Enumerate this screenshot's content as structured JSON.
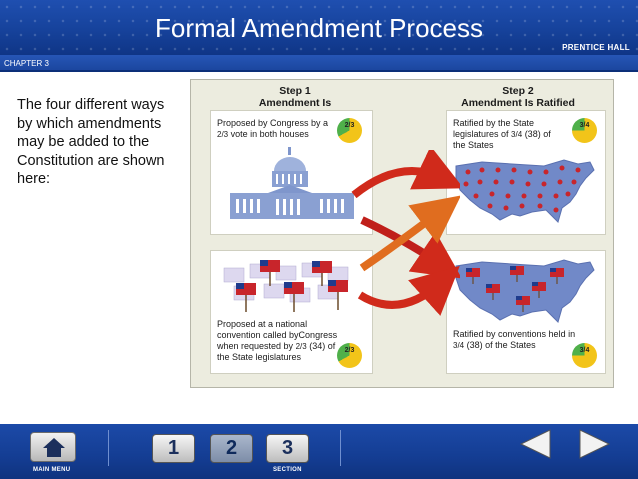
{
  "header": {
    "title": "Formal Amendment Process",
    "publisher": "PRENTICE HALL",
    "chapter": "CHAPTER 3"
  },
  "description": "The four different ways by which amendments may be added to the Constitution are shown here:",
  "figure": {
    "step1": {
      "number": "Step 1",
      "title": "Amendment Is Proposed"
    },
    "step2": {
      "number": "Step 2",
      "title": "Amendment Is Ratified"
    },
    "cards": {
      "top_left": {
        "text_before": "Proposed by Congress by a",
        "fraction": "2/3",
        "text_after": "vote in both houses",
        "pie": "2/3"
      },
      "top_right": {
        "text_before": "Ratified by the State legislatures of",
        "fraction": "3/4",
        "text_after": "(38) of the States",
        "pie": "3/4"
      },
      "bottom_left": {
        "text_before": "Proposed at a national convention called byCongress when requested by",
        "fraction": "2/3",
        "text_after": "(34) of the State legislatures",
        "pie": "2/3"
      },
      "bottom_right": {
        "text_before": "Ratified by conventions held in",
        "fraction": "3/4",
        "text_after": "(38) of the States",
        "pie": "3/4"
      }
    },
    "colors": {
      "capitol": "#7f96cc",
      "map": "#7189c8",
      "stars": "#c8252b",
      "arrow": "#d02a1b",
      "pie_yellow": "#f2c419",
      "pie_green": "#4fb04a"
    }
  },
  "nav": {
    "main_menu_label": "MAIN MENU",
    "section_label": "SECTION",
    "sections": [
      "1",
      "2",
      "3"
    ],
    "active_section": "2",
    "icons": {
      "home": "home-icon",
      "prev": "arrow-left-icon",
      "next": "arrow-right-icon"
    }
  }
}
